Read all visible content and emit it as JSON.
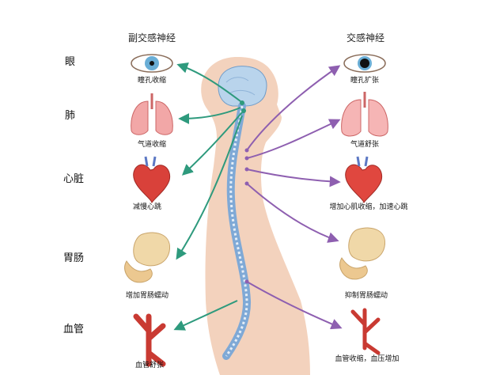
{
  "headers": {
    "parasympathetic": "副交感神经",
    "sympathetic": "交感神经"
  },
  "organs": [
    "眼",
    "肺",
    "心脏",
    "胃肠",
    "血管"
  ],
  "parasympathetic_effects": [
    "瞳孔收缩",
    "气道收缩",
    "减慢心跳",
    "增加胃肠蠕动",
    "血管舒张"
  ],
  "sympathetic_effects": [
    "瞳孔扩张",
    "气道舒张",
    "增加心肌收缩，加速心跳",
    "抑制胃肠蠕动",
    "血管收缩，血压增加"
  ],
  "colors": {
    "parasympathetic": "#2e9a7d",
    "sympathetic": "#8e5fb0",
    "body": "#f3d2bd",
    "brain": "#b9d4ec",
    "spine": "#7fa9d6"
  }
}
